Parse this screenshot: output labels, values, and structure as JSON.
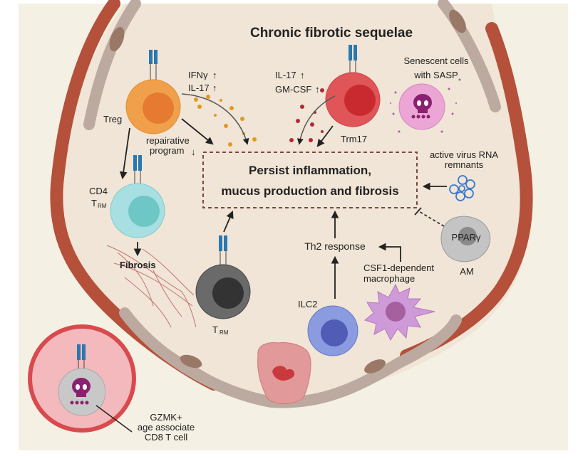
{
  "title": "Chronic fibrotic sequelae",
  "central_box": {
    "line1": "Persist inflammation,",
    "line2": "mucus production and fibrosis"
  },
  "cells": {
    "treg": {
      "label": "Treg"
    },
    "trm17": {
      "label": "Trm17"
    },
    "cd4_trm": {
      "label_main": "CD4",
      "label_t": "T",
      "label_sub": "RM"
    },
    "trm": {
      "label_t": "T",
      "label_sub": "RM"
    },
    "ilc2": {
      "label": "ILC2"
    },
    "senescent": {
      "line1": "Senescent cells",
      "line2": "with SASP"
    },
    "virus": {
      "line1": "active virus RNA",
      "line2": "remnants"
    },
    "am": {
      "label": "AM",
      "inner_label": "PPARγ"
    },
    "macrophage": {
      "line1": "CSF1-dependent",
      "line2": "macrophage"
    },
    "cd8": {
      "line1": "GZMK+",
      "line2": "age associate",
      "line3": "CD8 T cell"
    }
  },
  "annotations": {
    "ifng": "IFNγ",
    "il17_treg": "IL-17",
    "il17_trm17": "IL-17",
    "gmcsf": "GM-CSF",
    "repair_line1": "repairative",
    "repair_line2": "program",
    "fibrosis": "Fibrosis",
    "th2": "Th2 response",
    "up_arrow": "↑",
    "down_arrow": "↓"
  },
  "colors": {
    "background": "#f5f0e4",
    "alveolus": "#f0e5d6",
    "vessel": "#b5503a",
    "epithelium": "#bcaaa0",
    "treg": "#f0a04b",
    "trm17": "#e05558",
    "cd4_trm": "#a8dfe3",
    "trm": "#6a6a6a",
    "ilc2": "#8a9be0",
    "tcr": "#2a78b0"
  }
}
